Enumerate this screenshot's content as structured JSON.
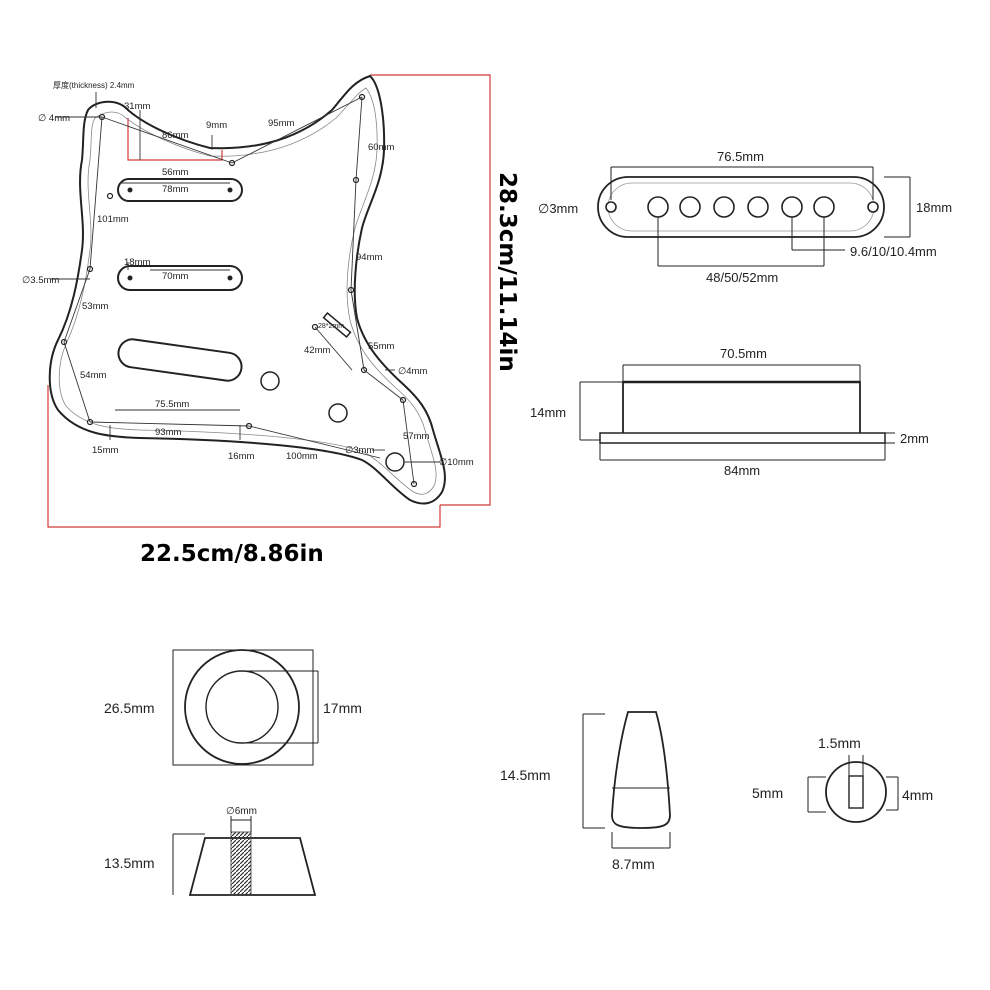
{
  "pickguard": {
    "thickness": "厚度(thickness) 2.4mm",
    "labels": {
      "d4": "∅ 4mm",
      "l31": "31mm",
      "l86": "86mm",
      "l9": "9mm",
      "l95": "95mm",
      "l60": "60mm",
      "l56": "56mm",
      "l78": "78mm",
      "l101": "101mm",
      "d35": "∅3.5mm",
      "l18": "18mm",
      "l70": "70mm",
      "l94": "94mm",
      "l53": "53mm",
      "l28": "28*2mm",
      "l42": "42mm",
      "l55": "55mm",
      "d4b": "∅4mm",
      "l54": "54mm",
      "l755": "75.5mm",
      "l93": "93mm",
      "l57": "57mm",
      "l15": "15mm",
      "l16": "16mm",
      "l100": "100mm",
      "d3": "∅3mm",
      "d10": "∅10mm"
    },
    "height_total": "28.3cm/11.14in",
    "width_total": "22.5cm/8.86in"
  },
  "pickup_cover_top": {
    "d3": "∅3mm",
    "w765": "76.5mm",
    "h18": "18mm",
    "spacing": "9.6/10/10.4mm",
    "span": "48/50/52mm"
  },
  "pickup_cover_side": {
    "w705": "70.5mm",
    "h14": "14mm",
    "t2": "2mm",
    "w84": "84mm"
  },
  "knob_top": {
    "d265": "26.5mm",
    "d17": "17mm"
  },
  "knob_side": {
    "d6": "∅6mm",
    "h135": "13.5mm"
  },
  "switch_tip": {
    "h145": "14.5mm",
    "w87": "8.7mm"
  },
  "switch_end": {
    "w15": "1.5mm",
    "h5": "5mm",
    "h4": "4mm"
  }
}
